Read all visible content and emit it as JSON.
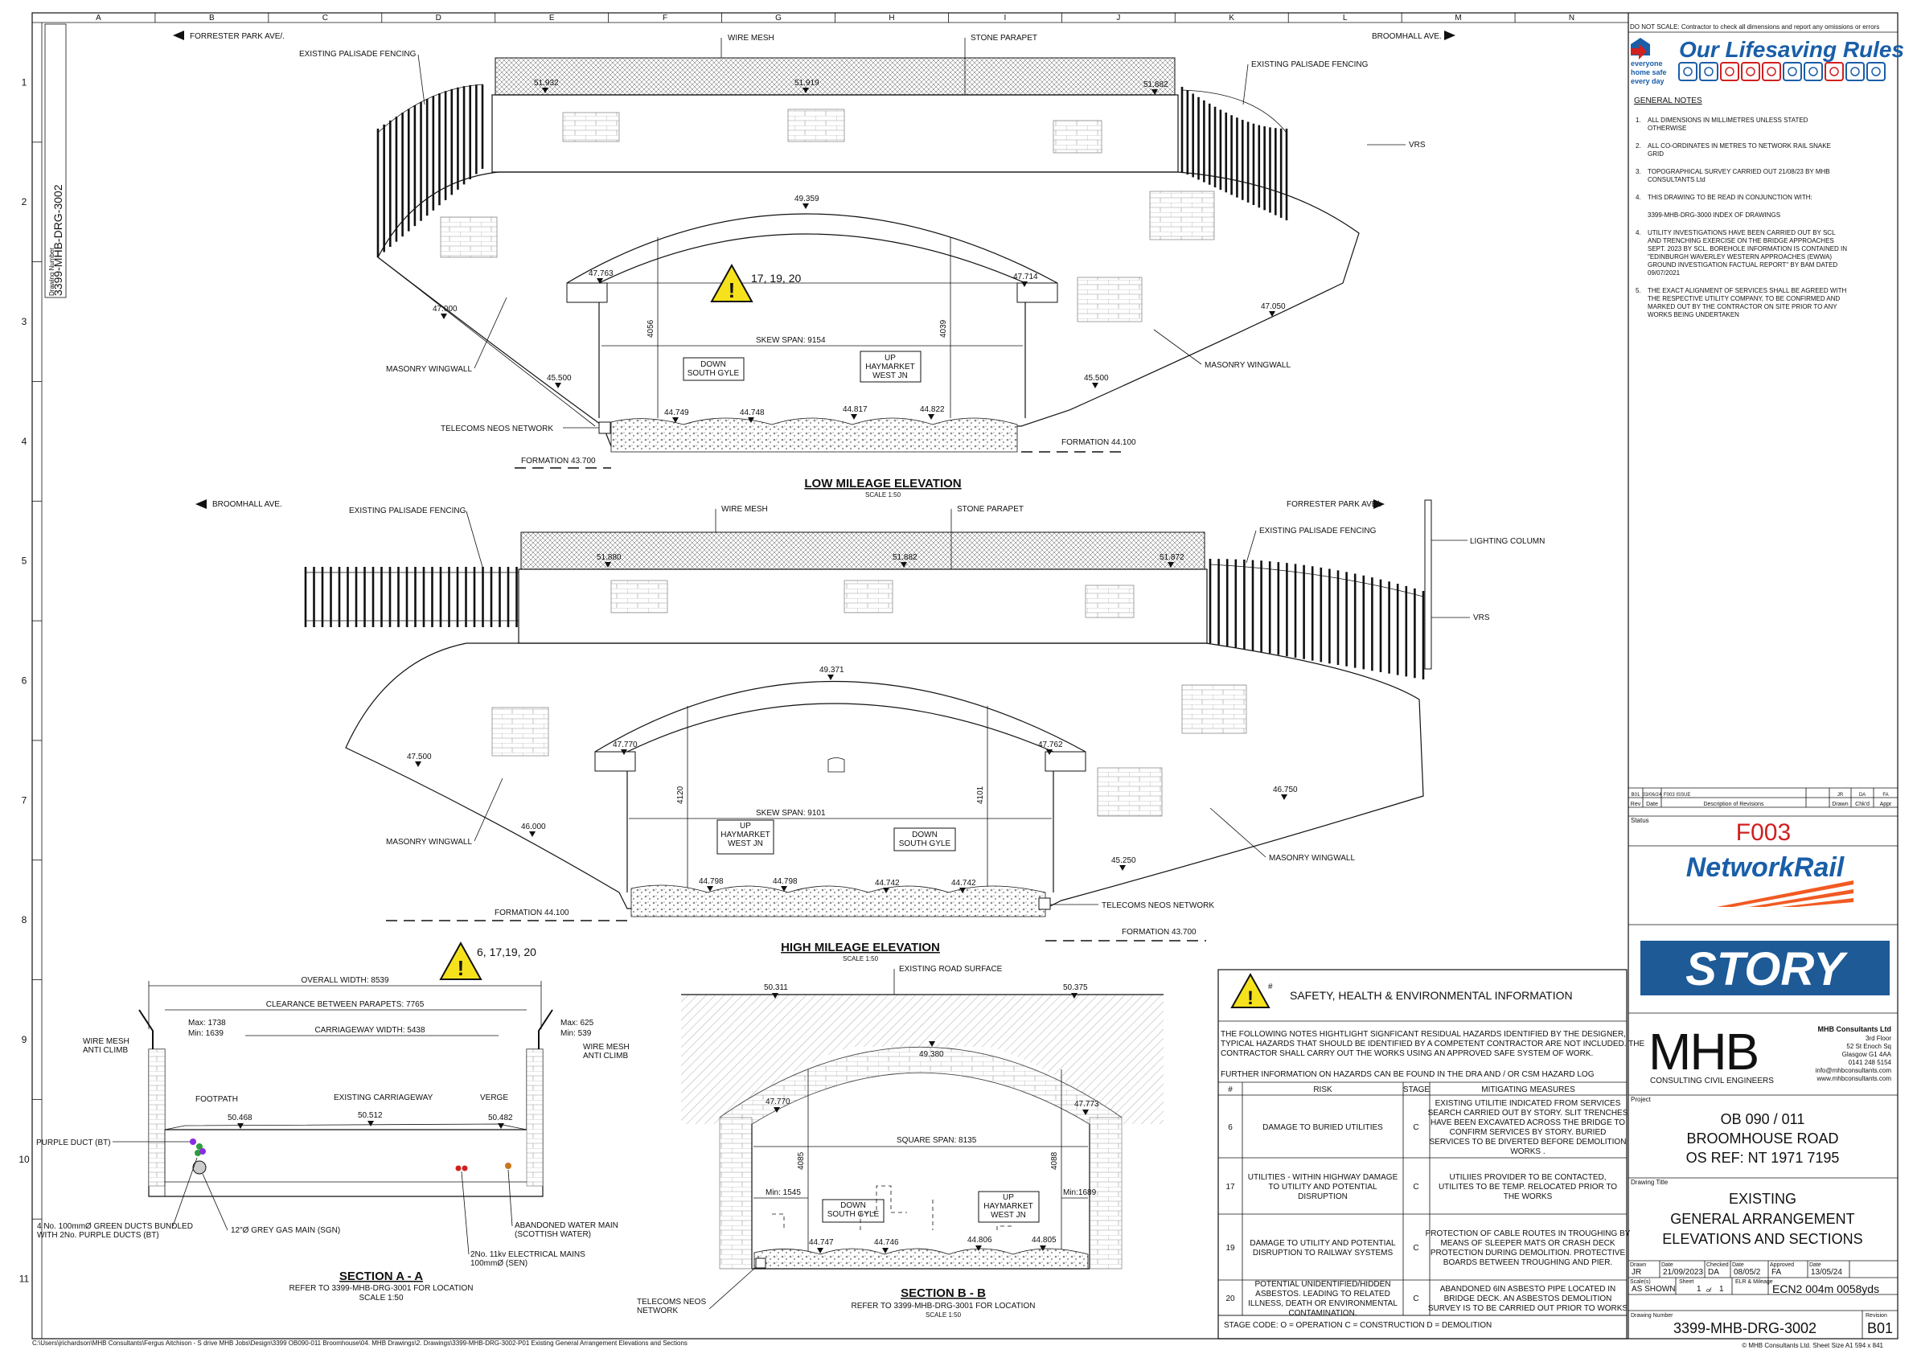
{
  "grid": {
    "columns": [
      "A",
      "B",
      "C",
      "D",
      "E",
      "F",
      "G",
      "H",
      "I",
      "J",
      "K",
      "L",
      "M",
      "N"
    ],
    "rows": [
      "1",
      "2",
      "3",
      "4",
      "5",
      "6",
      "7",
      "8",
      "9",
      "10",
      "11"
    ]
  },
  "drawing_number_side": {
    "label": "Drawing Number",
    "value": "3399-MHB-DRG-3002"
  },
  "low_elevation": {
    "title": "LOW MILEAGE ELEVATION",
    "scale": "SCALE 1:50",
    "left_dir": "FORRESTER PARK AVE/.",
    "right_dir": "BROOMHALL AVE.",
    "labels": {
      "fence_l": "EXISTING PALISADE FENCING",
      "mesh": "WIRE MESH",
      "parapet": "STONE PARAPET",
      "fence_r": "EXISTING PALISADE FENCING",
      "vrs": "VRS",
      "wingwall_l": "MASONRY WINGWALL",
      "wingwall_r": "MASONRY WINGWALL",
      "telecoms": "TELECOMS NEOS NETWORK",
      "formation_l": "FORMATION 43.700",
      "formation_r": "FORMATION 44.100",
      "skew": "SKEW SPAN: 9154",
      "track_l": "DOWN\nSOUTH GYLE",
      "track_r": "UP\nHAYMARKET\nWEST JN",
      "hazard": "17, 19, 20"
    },
    "levels": {
      "p1": "51.932",
      "p2": "51.919",
      "p3": "51.882",
      "crown": "49.359",
      "spr_l": "47.763",
      "spr_r": "47.714",
      "w1": "47.000",
      "w2": "45.500",
      "w3": "45.500",
      "w4": "47.050",
      "t1": "44.749",
      "t2": "44.748",
      "t3": "44.817",
      "t4": "44.822",
      "h1": "4056",
      "h2": "4039"
    }
  },
  "high_elevation": {
    "title": "HIGH MILEAGE ELEVATION",
    "scale": "SCALE 1:50",
    "left_dir": "BROOMHALL AVE.",
    "right_dir": "FORRESTER PARK AVE/.",
    "labels": {
      "fence_l": "EXISTING PALISADE FENCING",
      "mesh": "WIRE MESH",
      "parapet": "STONE PARAPET",
      "fence_r": "EXISTING PALISADE FENCING",
      "lighting": "LIGHTING COLUMN",
      "vrs": "VRS",
      "wingwall_l": "MASONRY WINGWALL",
      "wingwall_r": "MASONRY WINGWALL",
      "telecoms": "TELECOMS NEOS NETWORK",
      "formation_l": "FORMATION 44.100",
      "formation_r": "FORMATION 43.700",
      "skew": "SKEW SPAN: 9101",
      "track_l": "UP\nHAYMARKET\nWEST JN",
      "track_r": "DOWN\nSOUTH GYLE",
      "hazard": "6, 17,19, 20"
    },
    "levels": {
      "p1": "51.880",
      "p2": "51.882",
      "p3": "51.872",
      "crown": "49.371",
      "spr_l": "47.770",
      "spr_r": "47.762",
      "w1": "47.500",
      "w2": "46.000",
      "w3": "45.250",
      "w4": "46.750",
      "t1": "44.798",
      "t2": "44.798",
      "t3": "44.742",
      "t4": "44.742",
      "h1": "4120",
      "h2": "4101"
    }
  },
  "section_a": {
    "title": "SECTION A - A",
    "ref": "REFER TO 3399-MHB-DRG-3001 FOR LOCATION",
    "scale": "SCALE 1:50",
    "labels": {
      "overall": "OVERALL WIDTH: 8539",
      "clearance": "CLEARANCE BETWEEN PARAPETS: 7765",
      "carriageway": "CARRIAGEWAY WIDTH: 5438",
      "max_l": "Max: 1738",
      "min_l": "Min: 1639",
      "max_r": "Max: 625",
      "min_r": "Min: 539",
      "mesh_l": "WIRE MESH\nANTI CLIMB",
      "mesh_r": "WIRE MESH\nANTI CLIMB",
      "footpath": "FOOTPATH",
      "ex_cw": "EXISTING CARRIAGEWAY",
      "verge": "VERGE",
      "l1": "50.468",
      "l2": "50.512",
      "l3": "50.482",
      "purple": "PURPLE DUCT (BT)",
      "green": "4 No. 100mmØ GREEN DUCTS BUNDLED\nWITH 2No. PURPLE DUCTS (BT)",
      "gas": "12\"Ø GREY GAS MAIN (SGN)",
      "elec": "2No. 11kv ELECTRICAL MAINS\n100mmØ (SEN)",
      "water": "ABANDONED WATER MAIN\n(SCOTTISH WATER)"
    }
  },
  "section_b": {
    "title": "SECTION B - B",
    "ref": "REFER TO  3399-MHB-DRG-3001 FOR LOCATION",
    "scale": "SCALE 1:50",
    "labels": {
      "road": "EXISTING ROAD SURFACE",
      "r1": "50.311",
      "r2": "50.375",
      "crown": "49.380",
      "spr_l": "47.770",
      "spr_r": "47.773",
      "span": "SQUARE SPAN: 8135",
      "h1": "4085",
      "h2": "4088",
      "min_l": "Min: 1545",
      "min_r": "Min:1689",
      "track_l": "DOWN\nSOUTH GYLE",
      "track_r": "UP\nHAYMARKET\nWEST JN",
      "t1": "44.747",
      "t2": "44.746",
      "t3": "44.806",
      "t4": "44.805",
      "telecoms": "TELECOMS NEOS\nNETWORK"
    }
  },
  "she": {
    "title": "SAFETY, HEALTH & ENVIRONMENTAL INFORMATION",
    "hash": "#",
    "intro": "THE FOLLOWING NOTES HIGHTLIGHT SIGNFICANT RESIDUAL HAZARDS IDENTIFIED BY THE DESIGNER, TYPICAL HAZARDS THAT SHOULD BE IDENTIFIED BY A COMPETENT CONTRACTOR ARE NOT INCLUDED. THE CONTRACTOR SHALL CARRY OUT THE WORKS USING AN APPROVED SAFE SYSTEM OF WORK.",
    "intro2": "FURTHER INFORMATION ON HAZARDS CAN BE FOUND IN THE DRA AND / OR CSM HAZARD LOG",
    "headers": [
      "#",
      "RISK",
      "STAGE",
      "MITIGATING MEASURES"
    ],
    "rows": [
      {
        "n": "6",
        "risk": "DAMAGE TO BURIED UTILITIES",
        "stage": "C",
        "mit": "EXISTING UTILITIE INDICATED FROM SERVICES SEARCH CARRIED OUT BY STORY. SLIT TRENCHES HAVE BEEN EXCAVATED ACROSS THE BRIDGE TO CONFIRM SERVICES BY STORY.  BURIED SERVICES TO BE DIVERTED BEFORE DEMOLITION WORKS ."
      },
      {
        "n": "17",
        "risk": "UTILITIES - WITHIN HIGHWAY DAMAGE TO UTILITY AND POTENTIAL DISRUPTION",
        "stage": "C",
        "mit": "UTILIIES PROVIDER TO BE CONTACTED, UTILITES TO BE TEMP. RELOCATED PRIOR TO THE WORKS"
      },
      {
        "n": "19",
        "risk": "DAMAGE TO UTILITY AND POTENTIAL DISRUPTION TO RAILWAY SYSTEMS",
        "stage": "C",
        "mit": "PROTECTION OF CABLE ROUTES IN TROUGHING BY MEANS OF SLEEPER MATS OR CRASH DECK PROTECTION DURING DEMOLITION. PROTECTIVE BOARDS BETWEEN TROUGHING AND PIER."
      },
      {
        "n": "20",
        "risk": "POTENTIAL UNIDENTIFIED/HIDDEN ASBESTOS. LEADING TO RELATED ILLNESS, DEATH OR ENVIRONMENTAL CONTAMINATION.",
        "stage": "C",
        "mit": "ABANDONED 6IN ASBESTO PIPE LOCATED IN BRIDGE DECK.  AN ASBESTOS DEMOLITION SURVEY IS TO BE CARRIED OUT PRIOR TO WORKS"
      }
    ],
    "stage_code": "STAGE CODE: O = OPERATION   C = CONSTRUCTION  D = DEMOLITION"
  },
  "title_block": {
    "top_note": "DO NOT SCALE: Contractor to check all dimensions and report any omissions or errors",
    "lifesaving": "Our Lifesaving Rules",
    "everyone": "everyone\nhome safe\nevery day",
    "general_notes_title": "GENERAL NOTES",
    "notes": [
      {
        "n": "1.",
        "t": "ALL DIMENSIONS IN MILLIMETRES UNLESS STATED\nOTHERWISE"
      },
      {
        "n": "2.",
        "t": "ALL CO-ORDINATES IN METRES TO NETWORK RAIL SNAKE\nGRID"
      },
      {
        "n": "3.",
        "t": "TOPOGRAPHICAL SURVEY CARRIED OUT 21/08/23 BY MHB\nCONSULTANTS Ltd"
      },
      {
        "n": "4.",
        "t": "THIS DRAWING TO BE READ IN CONJUNCTION WITH:"
      },
      {
        "n": "",
        "t": "3399-MHB-DRG-3000          INDEX OF DRAWINGS"
      },
      {
        "n": "4.",
        "t": "UTILITY INVESTIGATIONS HAVE BEEN CARRIED OUT BY SCL\nAND TRENCHING EXERCISE ON THE BRIDGE APPROACHES\nSEPT. 2023 BY SCL. BOREHOLE INFORMATION IS CONTAINED IN\n\"EDINBURGH WAVERLEY WESTERN APPROACHES (EWWA)\nGROUND INVESTIGATION FACTUAL REPORT\" BY BAM DATED\n09/07/2021"
      },
      {
        "n": "5.",
        "t": "THE EXACT ALIGNMENT OF SERVICES SHALL BE AGREED WITH\nTHE RESPECTIVE UTILITY COMPANY, TO BE CONFIRMED AND\nMARKED OUT BY THE CONTRACTOR ON SITE PRIOR TO ANY\nWORKS BEING UNDERTAKEN"
      }
    ],
    "revision_row": [
      "B01",
      "03/06/24",
      "F003 ISSUE",
      "JR",
      "DA",
      "FA"
    ],
    "revision_headers": [
      "Rev",
      "Date",
      "Description of Revisions",
      "Drawn",
      "Chk'd",
      "Appr"
    ],
    "status_label": "Status",
    "status": "F003",
    "network_rail": "NetworkRail",
    "story": "STORY",
    "mhb_logo": "MHB",
    "mhb_sub": "CONSULTING CIVIL ENGINEERS",
    "mhb_name": "MHB Consultants Ltd",
    "mhb_address": [
      "3rd Floor",
      "52 St Enoch Sq",
      "Glasgow G1 4AA",
      "0141 248 5154",
      "info@mhbconsultants.com",
      "www.mhbconsultants.com"
    ],
    "project_label": "Project",
    "project": [
      "OB 090 / 011",
      "BROOMHOUSE ROAD",
      "OS REF: NT 1971 7195"
    ],
    "drawing_title_label": "Drawing Title",
    "drawing_title": [
      "EXISTING",
      "GENERAL ARRANGEMENT",
      "ELEVATIONS AND SECTIONS"
    ],
    "fields": {
      "drawn_l": "Drawn",
      "drawn": "JR",
      "date1_l": "Date",
      "date1": "21/09/2023",
      "checked_l": "Checked",
      "checked": "DA",
      "date2_l": "Date",
      "date2": "08/05/2",
      "approved_l": "Approved",
      "approved": "FA",
      "date3_l": "Date",
      "date3": "13/05/24",
      "scale_l": "Scale(s)",
      "scale": "AS SHOWN",
      "sheet_l": "Sheet",
      "sheet": "1",
      "of": "of",
      "sheets": "1",
      "elr_l": "ELR & Mileage",
      "elr": "ECN2  004m  0058yds",
      "dn_l": "Drawing Number",
      "dn": "3399-MHB-DRG-3002",
      "rev_l": "Revision",
      "rev": "B01"
    },
    "copyright": "© MHB Consultants Ltd.  Sheet Size A1 594 x 841"
  },
  "file_path": "C:\\Users\\jrichardson\\MHB Consultants\\Fergus Aitchison - S drive MHB Jobs\\Design\\3399 OB090-011 Broomhouse\\04. MHB Drawings\\2. Drawings\\3399-MHB-DRG-3002-P01 Existing General Arrangement Elevations and Sections"
}
